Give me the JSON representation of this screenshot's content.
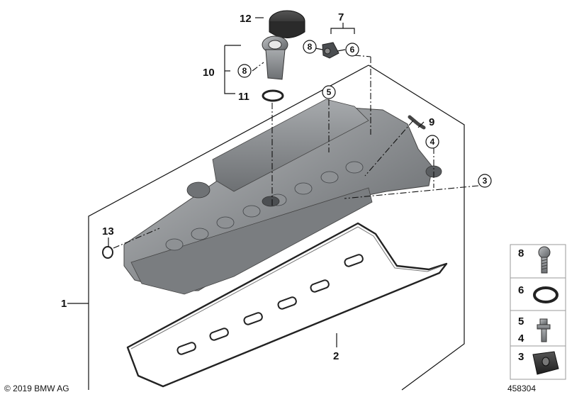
{
  "diagram": {
    "callouts": {
      "p1": "1",
      "p2": "2",
      "p3": "3",
      "p4": "4",
      "p5": "5",
      "p6": "6",
      "p7": "7",
      "p8a": "8",
      "p8b": "8",
      "p9": "9",
      "p10": "10",
      "p11": "11",
      "p12": "12",
      "p13": "13"
    },
    "legend": {
      "items": [
        {
          "labels": [
            "8"
          ],
          "part": "bolt"
        },
        {
          "labels": [
            "6"
          ],
          "part": "o-ring"
        },
        {
          "labels": [
            "5",
            "4"
          ],
          "part": "stud-bolt"
        },
        {
          "labels": [
            "3"
          ],
          "part": "rubber-mount"
        }
      ]
    }
  },
  "footer": {
    "copyright": "© 2019 BMW AG",
    "diagram_id": "458304"
  }
}
